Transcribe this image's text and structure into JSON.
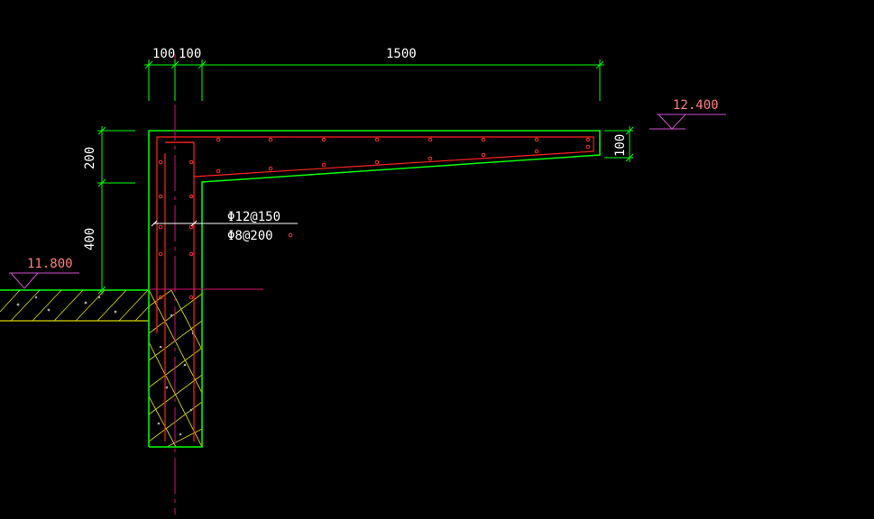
{
  "drawing": {
    "dimensions_top": [
      "100",
      "100",
      "1500"
    ],
    "dimensions_left": [
      "200",
      "400"
    ],
    "dimension_right": "100",
    "elevation_top": "12.400",
    "elevation_left": "11.800",
    "rebar_labels": [
      "Φ12@150",
      "Φ8@200"
    ]
  },
  "colors": {
    "background": "#000000",
    "outline": "#00ff00",
    "rebar": "#ff2020",
    "dimension": "#00ff00",
    "hatch": "#d4d400",
    "elevation_marker": "#d050d0",
    "elevation_text": "#ff8080",
    "centerline": "#d01070"
  }
}
